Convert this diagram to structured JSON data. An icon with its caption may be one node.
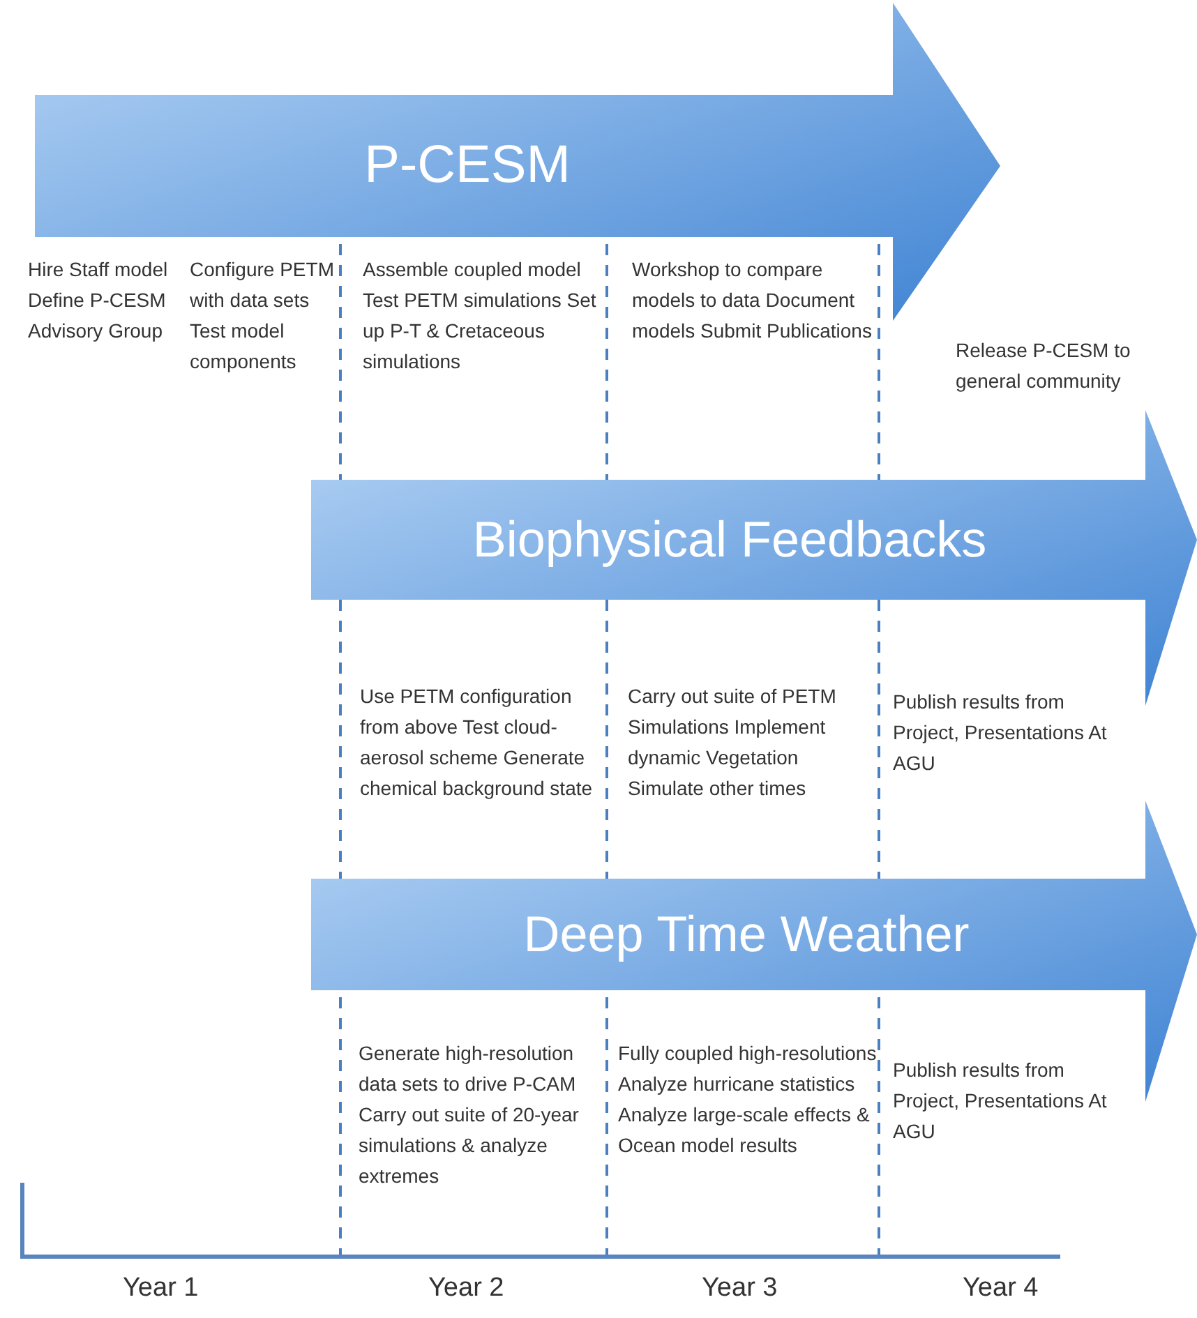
{
  "diagram": {
    "nodes": [
      {
        "text": [
          "P-CESM"
        ]
      },
      {
        "text": [
          "Biophysical Feedbacks"
        ]
      },
      {
        "text": [
          "Deep Time Weather"
        ]
      }
    ],
    "labels": [
      "Hire Staff model Define P-CESM Advisory Group",
      "Configure PETM with data sets Test model components",
      "Assemble coupled model Test PETM simulations Set up P-T & Cretaceous simulations",
      "Workshop to compare models to data Document models Submit Publications",
      "Release P-CESM to general community",
      "Use PETM configuration from above Test cloud-aerosol scheme Generate chemical background state",
      "Carry out suite of PETM Simulations Implement dynamic Vegetation Simulate other times",
      "Publish results from Project, Presentations At AGU",
      "Generate high-resolution data sets to drive P-CAM Carry out suite of 20-year simulations & analyze extremes",
      "Fully coupled high-resolutions Analyze hurricane statistics Analyze large-scale effects & Ocean model results",
      "Publish results from Project, Presentations At AGU",
      "Year 1",
      "Year 2",
      "Year 3",
      "Year 4"
    ]
  }
}
